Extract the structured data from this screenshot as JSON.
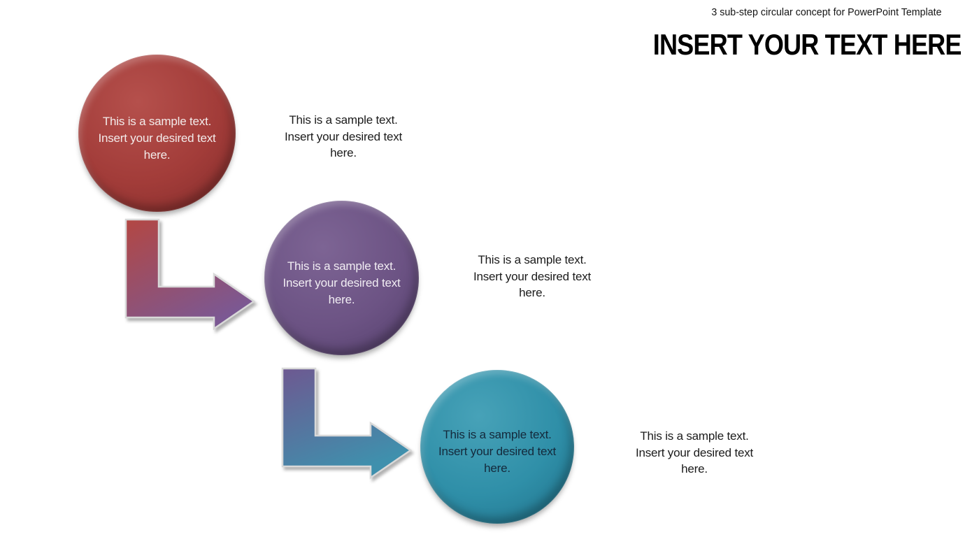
{
  "header": {
    "subtitle": "3 sub-step circular concept for  PowerPoint Template",
    "title": "INSERT YOUR TEXT HERE"
  },
  "steps": [
    {
      "name": "step-1",
      "circle": {
        "lines": [
          "This is a sample text.",
          "Insert your desired text",
          "here."
        ],
        "colors": {
          "light": "#B5504C",
          "main": "#A23C39",
          "dark": "#822C2B"
        },
        "text_color": "#F3EBEA"
      },
      "side_text": {
        "lines": [
          "This is a sample text.",
          "Insert your desired text",
          "here."
        ]
      }
    },
    {
      "name": "step-2",
      "circle": {
        "lines": [
          "This is a sample text.",
          "Insert your desired text",
          "here."
        ],
        "colors": {
          "light": "#7D6494",
          "main": "#6C5384",
          "dark": "#533E6A"
        },
        "text_color": "#F1EDF3"
      },
      "side_text": {
        "lines": [
          "This is a sample text.",
          "Insert your desired text",
          "here."
        ]
      }
    },
    {
      "name": "step-3",
      "circle": {
        "lines": [
          "This is a sample text.",
          "Insert your desired text",
          "here."
        ],
        "colors": {
          "light": "#47A2B8",
          "main": "#2F8FA8",
          "dark": "#1F7089"
        },
        "text_color": "#14293B"
      },
      "side_text": {
        "lines": [
          "This is a sample text.",
          "Insert your desired text",
          "here."
        ]
      }
    }
  ],
  "arrows": [
    {
      "name": "arrow-step1-to-step2",
      "gradient": {
        "from": "#B34743",
        "to": "#7B5893"
      }
    },
    {
      "name": "arrow-step2-to-step3",
      "gradient": {
        "from": "#6D5991",
        "to": "#3F90AD"
      }
    }
  ],
  "colors": {
    "background": "#FFFFFF",
    "title_text": "#000000",
    "body_text": "#1B1B1B",
    "arrow_border": "#D9D9D9"
  }
}
